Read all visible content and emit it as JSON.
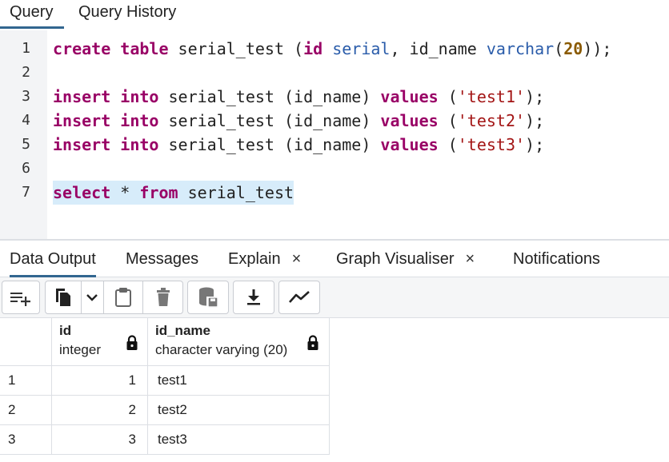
{
  "top_tabs": {
    "query": "Query",
    "history": "Query History"
  },
  "editor": {
    "lines": [
      "1",
      "2",
      "3",
      "4",
      "5",
      "6",
      "7"
    ],
    "l1": {
      "kw1": "create table",
      "t1": " serial_test (",
      "kw2": "id",
      "t2": " ",
      "ty1": "serial",
      "t3": ", id_name ",
      "ty2": "varchar",
      "t4": "(",
      "n1": "20",
      "t5": "));"
    },
    "l3": {
      "kw1": "insert into",
      "t1": " serial_test (id_name) ",
      "kw2": "values",
      "t2": " (",
      "s1": "'test1'",
      "t3": ");"
    },
    "l4": {
      "kw1": "insert into",
      "t1": " serial_test (id_name) ",
      "kw2": "values",
      "t2": " (",
      "s1": "'test2'",
      "t3": ");"
    },
    "l5": {
      "kw1": "insert into",
      "t1": " serial_test (id_name) ",
      "kw2": "values",
      "t2": " (",
      "s1": "'test3'",
      "t3": ");"
    },
    "l7": {
      "kw1": "select",
      "t1": " * ",
      "kw2": "from",
      "t2": " serial_test"
    }
  },
  "output_tabs": {
    "data_output": "Data Output",
    "messages": "Messages",
    "explain": "Explain",
    "graph": "Graph Visualiser",
    "notifications": "Notifications",
    "close": "×"
  },
  "toolbar": {
    "icons": [
      "add-row-icon",
      "copy-icon",
      "chevron-down-icon",
      "paste-icon",
      "delete-icon",
      "save-data-icon",
      "download-icon",
      "graph-icon"
    ]
  },
  "grid": {
    "columns": [
      {
        "name": "id",
        "type": "integer"
      },
      {
        "name": "id_name",
        "type": "character varying (20)"
      }
    ],
    "rows": [
      {
        "rownum": "1",
        "id": "1",
        "id_name": "test1"
      },
      {
        "rownum": "2",
        "id": "2",
        "id_name": "test2"
      },
      {
        "rownum": "3",
        "id": "3",
        "id_name": "test3"
      }
    ]
  },
  "colors": {
    "accent": "#326690",
    "keyword": "#990066",
    "type": "#2a5caa",
    "highlight": "#d7ecfa"
  }
}
